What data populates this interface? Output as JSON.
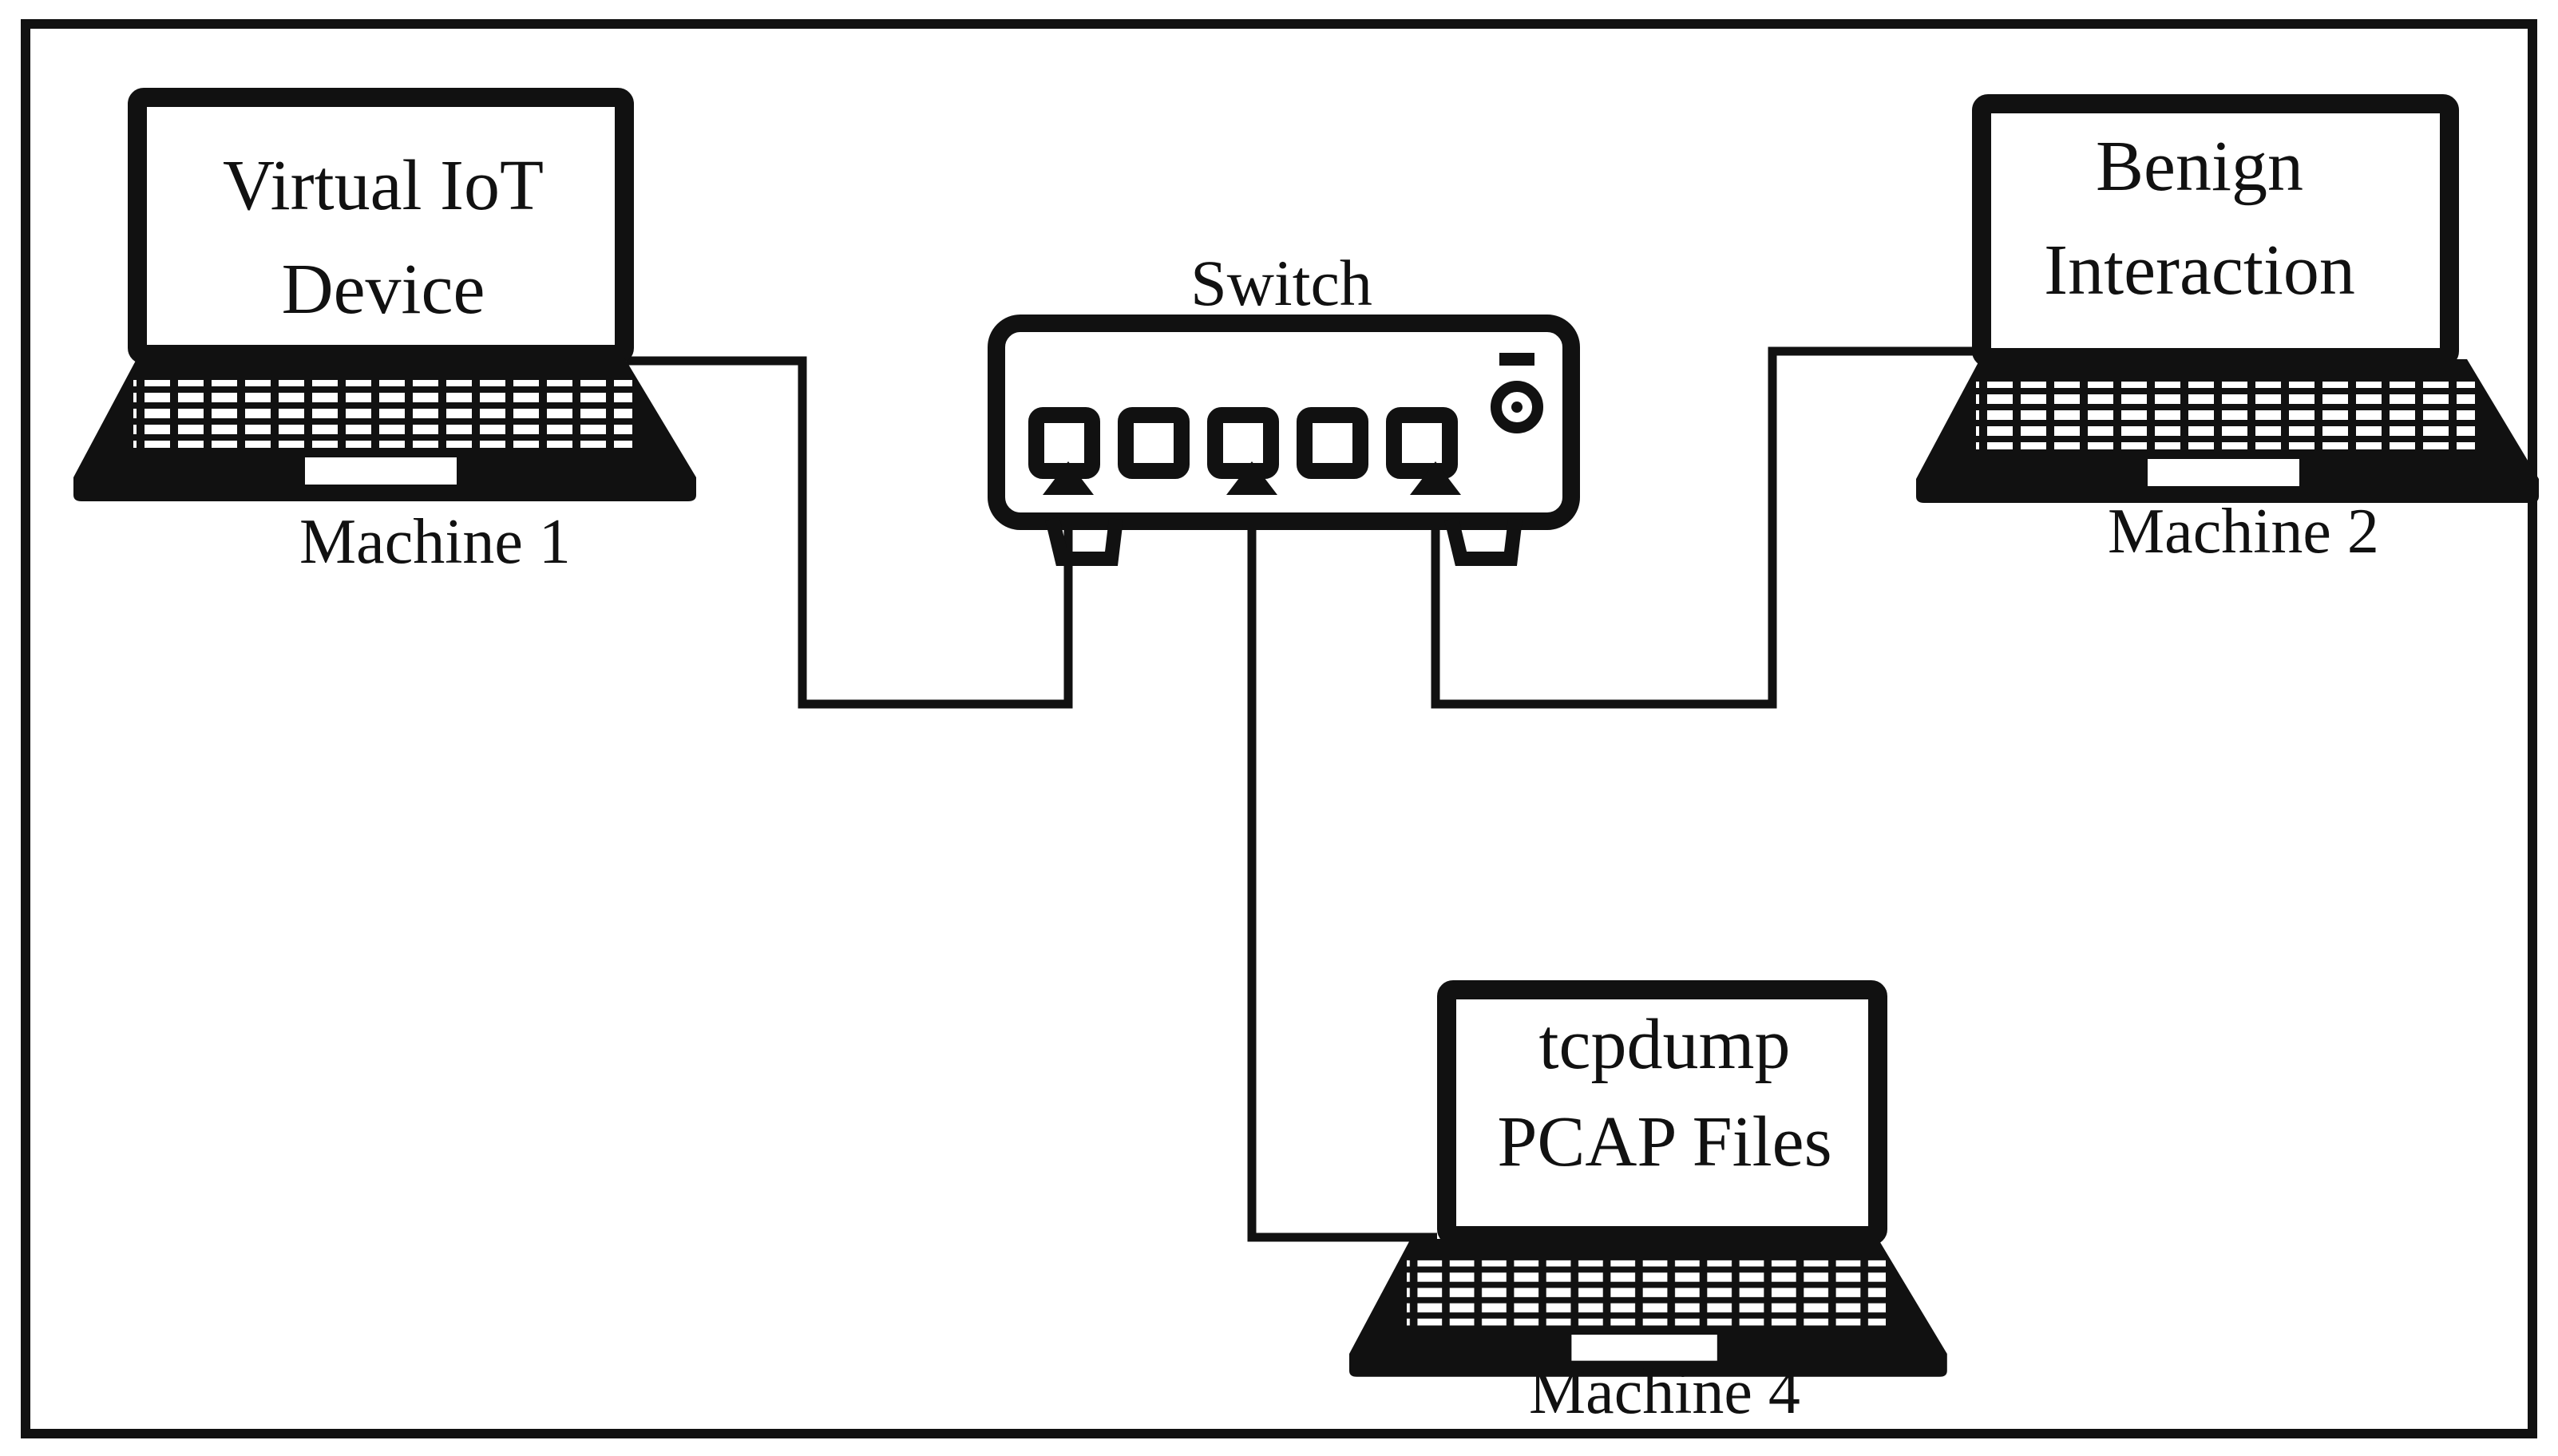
{
  "diagram": {
    "switch": {
      "label": "Switch"
    },
    "machine1": {
      "screen_lines": [
        "Virtual IoT",
        "Device"
      ],
      "label": "Machine 1"
    },
    "machine2": {
      "screen_lines": [
        "Benign",
        "Interaction"
      ],
      "label": "Machine 2"
    },
    "machine4": {
      "screen_lines": [
        "tcpdump",
        "PCAP Files"
      ],
      "label": "Machine 4"
    }
  }
}
